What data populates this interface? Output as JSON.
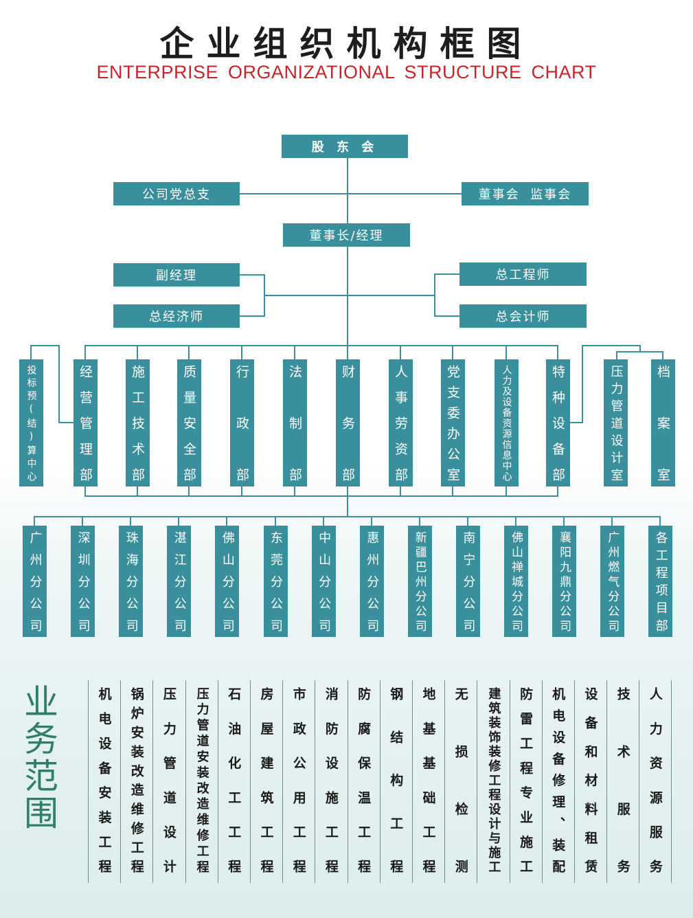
{
  "header": {
    "title": "企业组织机构框图",
    "subtitle": "ENTERPRISE  ORGANIZATIONAL  STRUCTURE CHART"
  },
  "top": {
    "shareholders": "股 东 会",
    "party": "公司党总支",
    "board": "董事会  监事会",
    "chairman": "董事长/经理",
    "vice_manager": "副经理",
    "chief_economist": "总经济师",
    "chief_engineer": "总工程师",
    "chief_accountant": "总会计师"
  },
  "departments": [
    "投标预(结)算中心",
    "经营管理部",
    "施工技术部",
    "质量安全部",
    "行政部",
    "法制部",
    "财务部",
    "人事劳资部",
    "党支委办公室",
    "人力及设备资源信息中心",
    "特种设备部",
    "压力管道设计室",
    "档案室"
  ],
  "branches": [
    "广州分公司",
    "深圳分公司",
    "珠海分公司",
    "湛江分公司",
    "佛山分公司",
    "东莞分公司",
    "中山分公司",
    "惠州分公司",
    "新疆巴州分公司",
    "南宁分公司",
    "佛山禅城分公司",
    "襄阳九鼎分公司",
    "广州燃气分公司",
    "各工程项目部"
  ],
  "scope": {
    "title": "业务范围",
    "items": [
      "机电设备安装工程",
      "锅炉安装改造维修工程",
      "压力管道设计",
      "压力管道安装改造维修工程",
      "石油化工工程",
      "房屋建筑工程",
      "市政公用工程",
      "消防设施工程",
      "防腐保温工程",
      "钢结构工程",
      "地基基础工程",
      "无损检测",
      "建筑装饰装修工程设计与施工",
      "防雷工程专业施工",
      "机电设备修理、装配",
      "设备和材料租赁",
      "技术服务",
      "人力资源服务"
    ]
  },
  "colors": {
    "box": "#3a8f9c",
    "subtitle": "#c4262b",
    "scope_title": "#2f7e6b"
  }
}
